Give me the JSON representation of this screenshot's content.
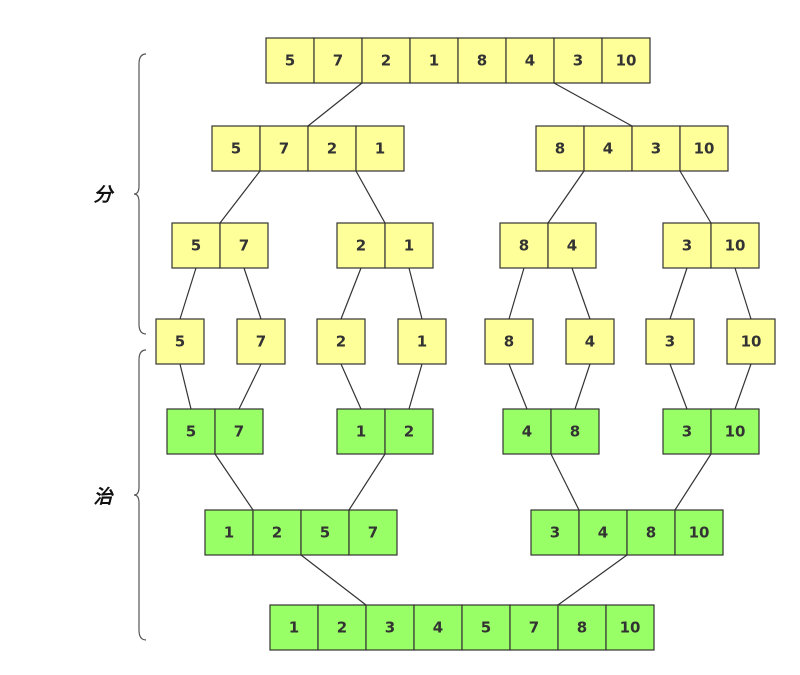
{
  "colors": {
    "divide_fill": "#ffff99",
    "merge_fill": "#99ff66",
    "cell_border": "#333333",
    "line": "#333333"
  },
  "phases": {
    "divide_label": "分",
    "merge_label": "治"
  },
  "divide": {
    "level0": [
      [
        5,
        7,
        2,
        1,
        8,
        4,
        3,
        10
      ]
    ],
    "level1": [
      [
        5,
        7,
        2,
        1
      ],
      [
        8,
        4,
        3,
        10
      ]
    ],
    "level2": [
      [
        5,
        7
      ],
      [
        2,
        1
      ],
      [
        8,
        4
      ],
      [
        3,
        10
      ]
    ],
    "level3": [
      [
        5
      ],
      [
        7
      ],
      [
        2
      ],
      [
        1
      ],
      [
        8
      ],
      [
        4
      ],
      [
        3
      ],
      [
        10
      ]
    ]
  },
  "merge": {
    "level1": [
      [
        5,
        7
      ],
      [
        1,
        2
      ],
      [
        4,
        8
      ],
      [
        3,
        10
      ]
    ],
    "level2": [
      [
        1,
        2,
        5,
        7
      ],
      [
        3,
        4,
        8,
        10
      ]
    ],
    "level3": [
      [
        1,
        2,
        3,
        4,
        5,
        7,
        8,
        10
      ]
    ]
  }
}
